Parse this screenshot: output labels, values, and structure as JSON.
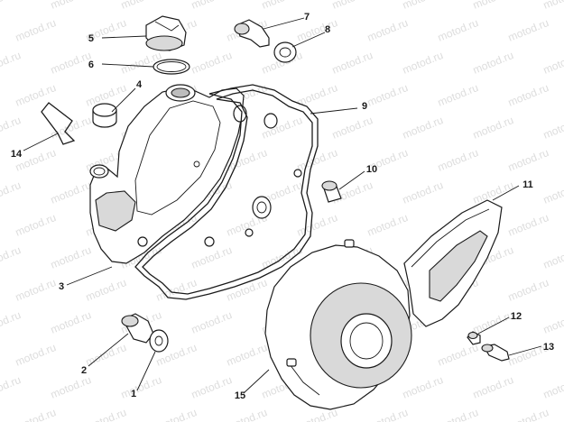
{
  "watermark": "motod.ru",
  "colors": {
    "ink": "#1a1a1a",
    "shade": "#d9d9d9",
    "watermark": "#cfcfcf"
  },
  "callouts": {
    "c1": "1",
    "c2": "2",
    "c3": "3",
    "c4": "4",
    "c5": "5",
    "c6": "6",
    "c7": "7",
    "c8": "8",
    "c9": "9",
    "c10": "10",
    "c11": "11",
    "c12": "12",
    "c13": "13",
    "c14": "14",
    "c15": "15"
  }
}
